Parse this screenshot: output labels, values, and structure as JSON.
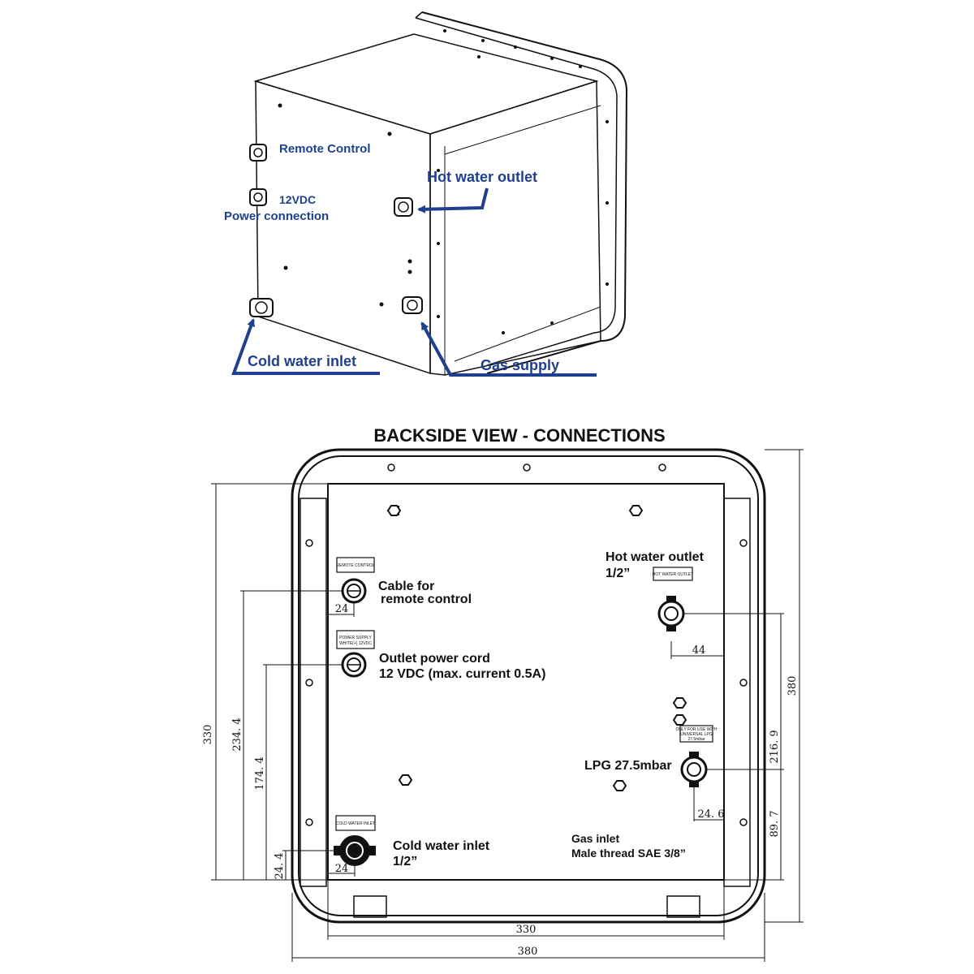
{
  "iso_view": {
    "labels": {
      "remote_control": "Remote Control",
      "power_12vdc": "12VDC",
      "power_connection": "Power connection",
      "hot_water_outlet": "Hot water outlet",
      "cold_water_inlet": "Cold water inlet",
      "gas_supply": "Gas supply"
    }
  },
  "backside_view": {
    "title": "BACKSIDE VIEW - CONNECTIONS",
    "tags": {
      "remote_control": "REMOTE CONTROL",
      "power_supply_line1": "POWER SUPPLY",
      "power_supply_line2": "WHITE(+) 12VDC",
      "hot_water_outlet": "HOT WATER OUTLET",
      "lpg_line1": "ONLY FOR USE WITH",
      "lpg_line2": "UNIVERSAL LPG",
      "lpg_line3": "27.5mbar",
      "cold_water_inlet": "COLD WATER INLET"
    },
    "callouts": {
      "cable_line1": "Cable for",
      "cable_line2": "remote control",
      "power_line1": "Outlet power cord",
      "power_line2": "12 VDC (max. current 0.5A)",
      "hot_line1": "Hot water outlet",
      "hot_line2": "1/2”",
      "lpg": "LPG 27.5mbar",
      "cold_line1": "Cold water inlet",
      "cold_line2": "1/2”",
      "gas_line1": "Gas inlet",
      "gas_line2": "Male thread SAE 3/8”"
    },
    "dimensions": {
      "d330_left": "330",
      "d234_4": "234. 4",
      "d174_4": "174. 4",
      "d24_4": "24. 4",
      "d24_remote": "24",
      "d24_cold": "24",
      "d44": "44",
      "d24_6": "24. 6",
      "d380_right": "380",
      "d216_9": "216. 9",
      "d89_7": "89. 7",
      "d330_bottom": "330",
      "d380_bottom": "380"
    }
  }
}
